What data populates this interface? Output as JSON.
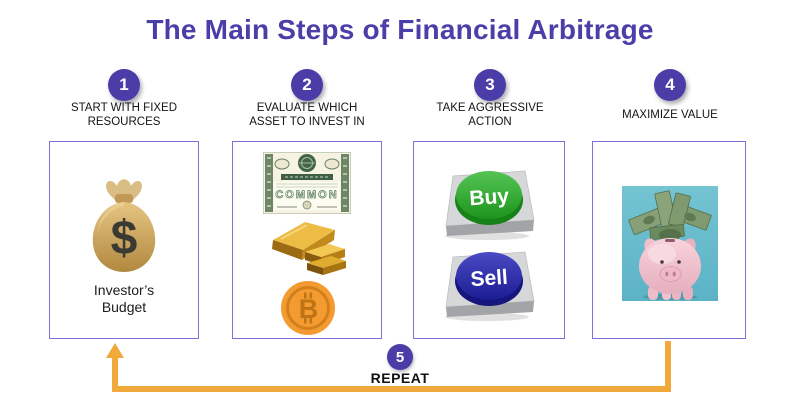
{
  "title": "The Main Steps of Financial Arbitrage",
  "steps": [
    {
      "number": "1",
      "label_line1": "START WITH FIXED",
      "label_line2": "RESOURCES",
      "caption_line1": "Investor’s",
      "caption_line2": "Budget",
      "money_symbol": "$",
      "icons": [
        "money-bag-icon"
      ]
    },
    {
      "number": "2",
      "label_line1": "EVALUATE WHICH",
      "label_line2": "ASSET TO INVEST IN",
      "certificate_text": "COMMON",
      "bitcoin_symbol": "B",
      "icons": [
        "stock-certificate-icon",
        "gold-bars-icon",
        "bitcoin-icon"
      ]
    },
    {
      "number": "3",
      "label_line1": "TAKE AGGRESSIVE",
      "label_line2": "ACTION",
      "buy_label": "Buy",
      "sell_label": "Sell",
      "icons": [
        "buy-button-icon",
        "sell-button-icon"
      ]
    },
    {
      "number": "4",
      "label_line1": "MAXIMIZE VALUE",
      "label_line2": "",
      "icons": [
        "piggy-bank-photo"
      ]
    }
  ],
  "repeat_step": {
    "number": "5",
    "label": "REPEAT"
  },
  "colors": {
    "title_text": "#4a3ea8",
    "step_circle": "#4a3da8",
    "box_border": "#7a72d4",
    "arrow": "#f2a93b",
    "buy_button_green": "#2ba02b",
    "sell_button_blue": "#25259e",
    "bitcoin_orange": "#f39b30",
    "gold": "#e8b23a",
    "money_bag_tan": "#d9b36a",
    "photo_background_teal": "#66bccd",
    "pig_pink": "#f4c9d2"
  }
}
